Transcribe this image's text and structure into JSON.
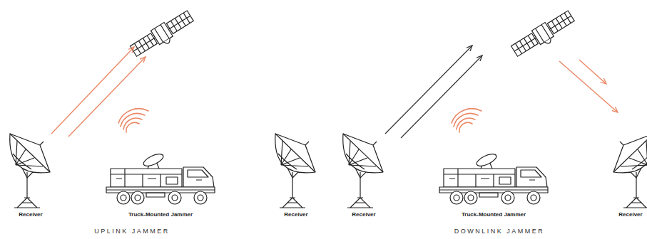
{
  "diagram": {
    "labels": [
      "Receiver",
      "Truck-Mounted Jammer",
      "UPLINK JAMMER",
      "Receiver",
      "Receiver",
      "Truck-Mounted Jammer",
      "Receiver",
      "DOWNLINK JAMMER"
    ]
  }
}
